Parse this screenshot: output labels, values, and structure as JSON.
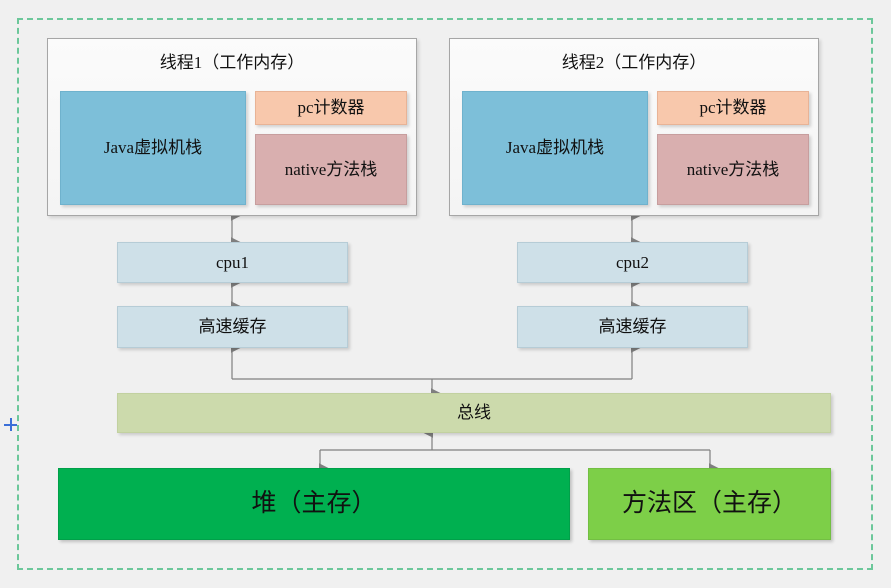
{
  "diagram": {
    "title_hidden": "",
    "threads": [
      {
        "title": "线程1（工作内存）",
        "jvm_stack": "Java虚拟机栈",
        "pc_counter": "pc计数器",
        "native_stack": "native方法栈"
      },
      {
        "title": "线程2（工作内存）",
        "jvm_stack": "Java虚拟机栈",
        "pc_counter": "pc计数器",
        "native_stack": "native方法栈"
      }
    ],
    "cpus": [
      {
        "cpu": "cpu1",
        "cache": "高速缓存"
      },
      {
        "cpu": "cpu2",
        "cache": "高速缓存"
      }
    ],
    "bus": "总线",
    "memory": [
      {
        "label": "堆（主存）"
      },
      {
        "label": "方法区（主存）"
      }
    ]
  },
  "colors": {
    "jvm_stack": "#7dbfd9",
    "pc_counter": "#f8c8ac",
    "native_stack": "#d9afaf",
    "cpu": "#cee0e8",
    "bus": "#ccdaac",
    "heap": "#00b050",
    "method_area": "#7dcf48",
    "selection_dash": "#6cc79a",
    "connector": "#7f7f7f",
    "canvas": "#f0f0f0"
  }
}
